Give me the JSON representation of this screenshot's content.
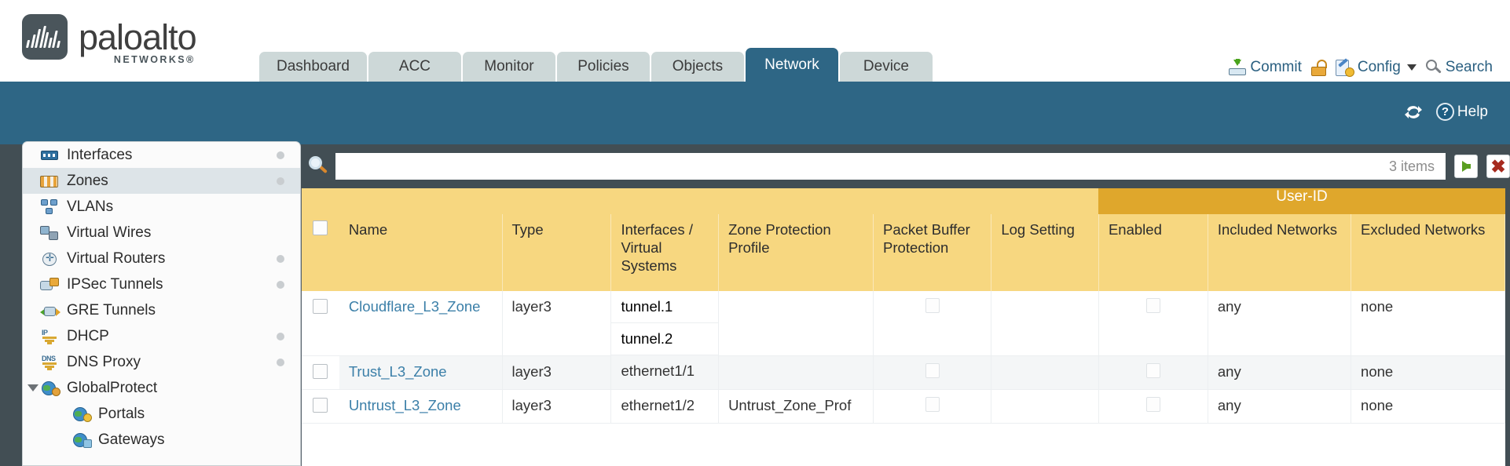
{
  "brand": {
    "name": "paloalto",
    "sub": "NETWORKS",
    "registered": "®"
  },
  "tabs": [
    {
      "label": "Dashboard",
      "active": false
    },
    {
      "label": "ACC",
      "active": false
    },
    {
      "label": "Monitor",
      "active": false
    },
    {
      "label": "Policies",
      "active": false
    },
    {
      "label": "Objects",
      "active": false
    },
    {
      "label": "Network",
      "active": true
    },
    {
      "label": "Device",
      "active": false
    }
  ],
  "top_actions": {
    "commit": "Commit",
    "config": "Config",
    "search": "Search",
    "lock_icon": "padlock-icon",
    "commit_icon": "commit-icon",
    "config_icon": "config-icon",
    "search_icon": "search-icon",
    "caret_icon": "chevron-down-icon"
  },
  "blue_bar": {
    "refresh_icon": "refresh-icon",
    "help_label": "Help",
    "help_glyph": "?"
  },
  "sidebar": {
    "items": [
      {
        "label": "Interfaces",
        "icon": "interfaces-icon",
        "dot": true,
        "selected": false,
        "child": false,
        "twisty": false
      },
      {
        "label": "Zones",
        "icon": "zones-icon",
        "dot": true,
        "selected": true,
        "child": false,
        "twisty": false
      },
      {
        "label": "VLANs",
        "icon": "vlans-icon",
        "dot": false,
        "selected": false,
        "child": false,
        "twisty": false
      },
      {
        "label": "Virtual Wires",
        "icon": "virtual-wires-icon",
        "dot": false,
        "selected": false,
        "child": false,
        "twisty": false
      },
      {
        "label": "Virtual Routers",
        "icon": "virtual-routers-icon",
        "dot": true,
        "selected": false,
        "child": false,
        "twisty": false
      },
      {
        "label": "IPSec Tunnels",
        "icon": "ipsec-tunnels-icon",
        "dot": true,
        "selected": false,
        "child": false,
        "twisty": false
      },
      {
        "label": "GRE Tunnels",
        "icon": "gre-tunnels-icon",
        "dot": false,
        "selected": false,
        "child": false,
        "twisty": false
      },
      {
        "label": "DHCP",
        "icon": "dhcp-icon",
        "dot": true,
        "selected": false,
        "child": false,
        "twisty": false
      },
      {
        "label": "DNS Proxy",
        "icon": "dns-proxy-icon",
        "dot": true,
        "selected": false,
        "child": false,
        "twisty": false
      },
      {
        "label": "GlobalProtect",
        "icon": "globalprotect-icon",
        "dot": false,
        "selected": false,
        "child": false,
        "twisty": true
      },
      {
        "label": "Portals",
        "icon": "portals-icon",
        "dot": false,
        "selected": false,
        "child": true,
        "twisty": false
      },
      {
        "label": "Gateways",
        "icon": "gateways-icon",
        "dot": false,
        "selected": false,
        "child": true,
        "twisty": false
      }
    ]
  },
  "filter": {
    "value": "",
    "placeholder": "",
    "count": "3 items",
    "apply_icon": "apply-filter-arrow-icon",
    "clear_icon": "clear-filter-x-icon",
    "search_icon": "filter-search-icon"
  },
  "table": {
    "group_header": "User-ID",
    "columns": [
      "Name",
      "Type",
      "Interfaces / Virtual Systems",
      "Zone Protection Profile",
      "Packet Buffer Protection",
      "Log Setting",
      "Enabled",
      "Included Networks",
      "Excluded Networks"
    ],
    "rows": [
      {
        "name": "Cloudflare_L3_Zone",
        "type": "layer3",
        "interfaces": [
          "tunnel.1",
          "tunnel.2"
        ],
        "zone_protection_profile": "",
        "packet_buffer_protection": false,
        "log_setting": "",
        "userid_enabled": false,
        "included_networks": "any",
        "excluded_networks": "none"
      },
      {
        "name": "Trust_L3_Zone",
        "type": "layer3",
        "interfaces": [
          "ethernet1/1"
        ],
        "zone_protection_profile": "",
        "packet_buffer_protection": false,
        "log_setting": "",
        "userid_enabled": false,
        "included_networks": "any",
        "excluded_networks": "none"
      },
      {
        "name": "Untrust_L3_Zone",
        "type": "layer3",
        "interfaces": [
          "ethernet1/2"
        ],
        "zone_protection_profile": "Untrust_Zone_Prof",
        "packet_buffer_protection": false,
        "log_setting": "",
        "userid_enabled": false,
        "included_networks": "any",
        "excluded_networks": "none"
      }
    ]
  },
  "colors": {
    "brand_blue": "#2e6685",
    "page_slate": "#424e54",
    "header_amber": "#f7d780",
    "group_amber": "#dfa72c",
    "link_blue": "#3b7fa8"
  }
}
